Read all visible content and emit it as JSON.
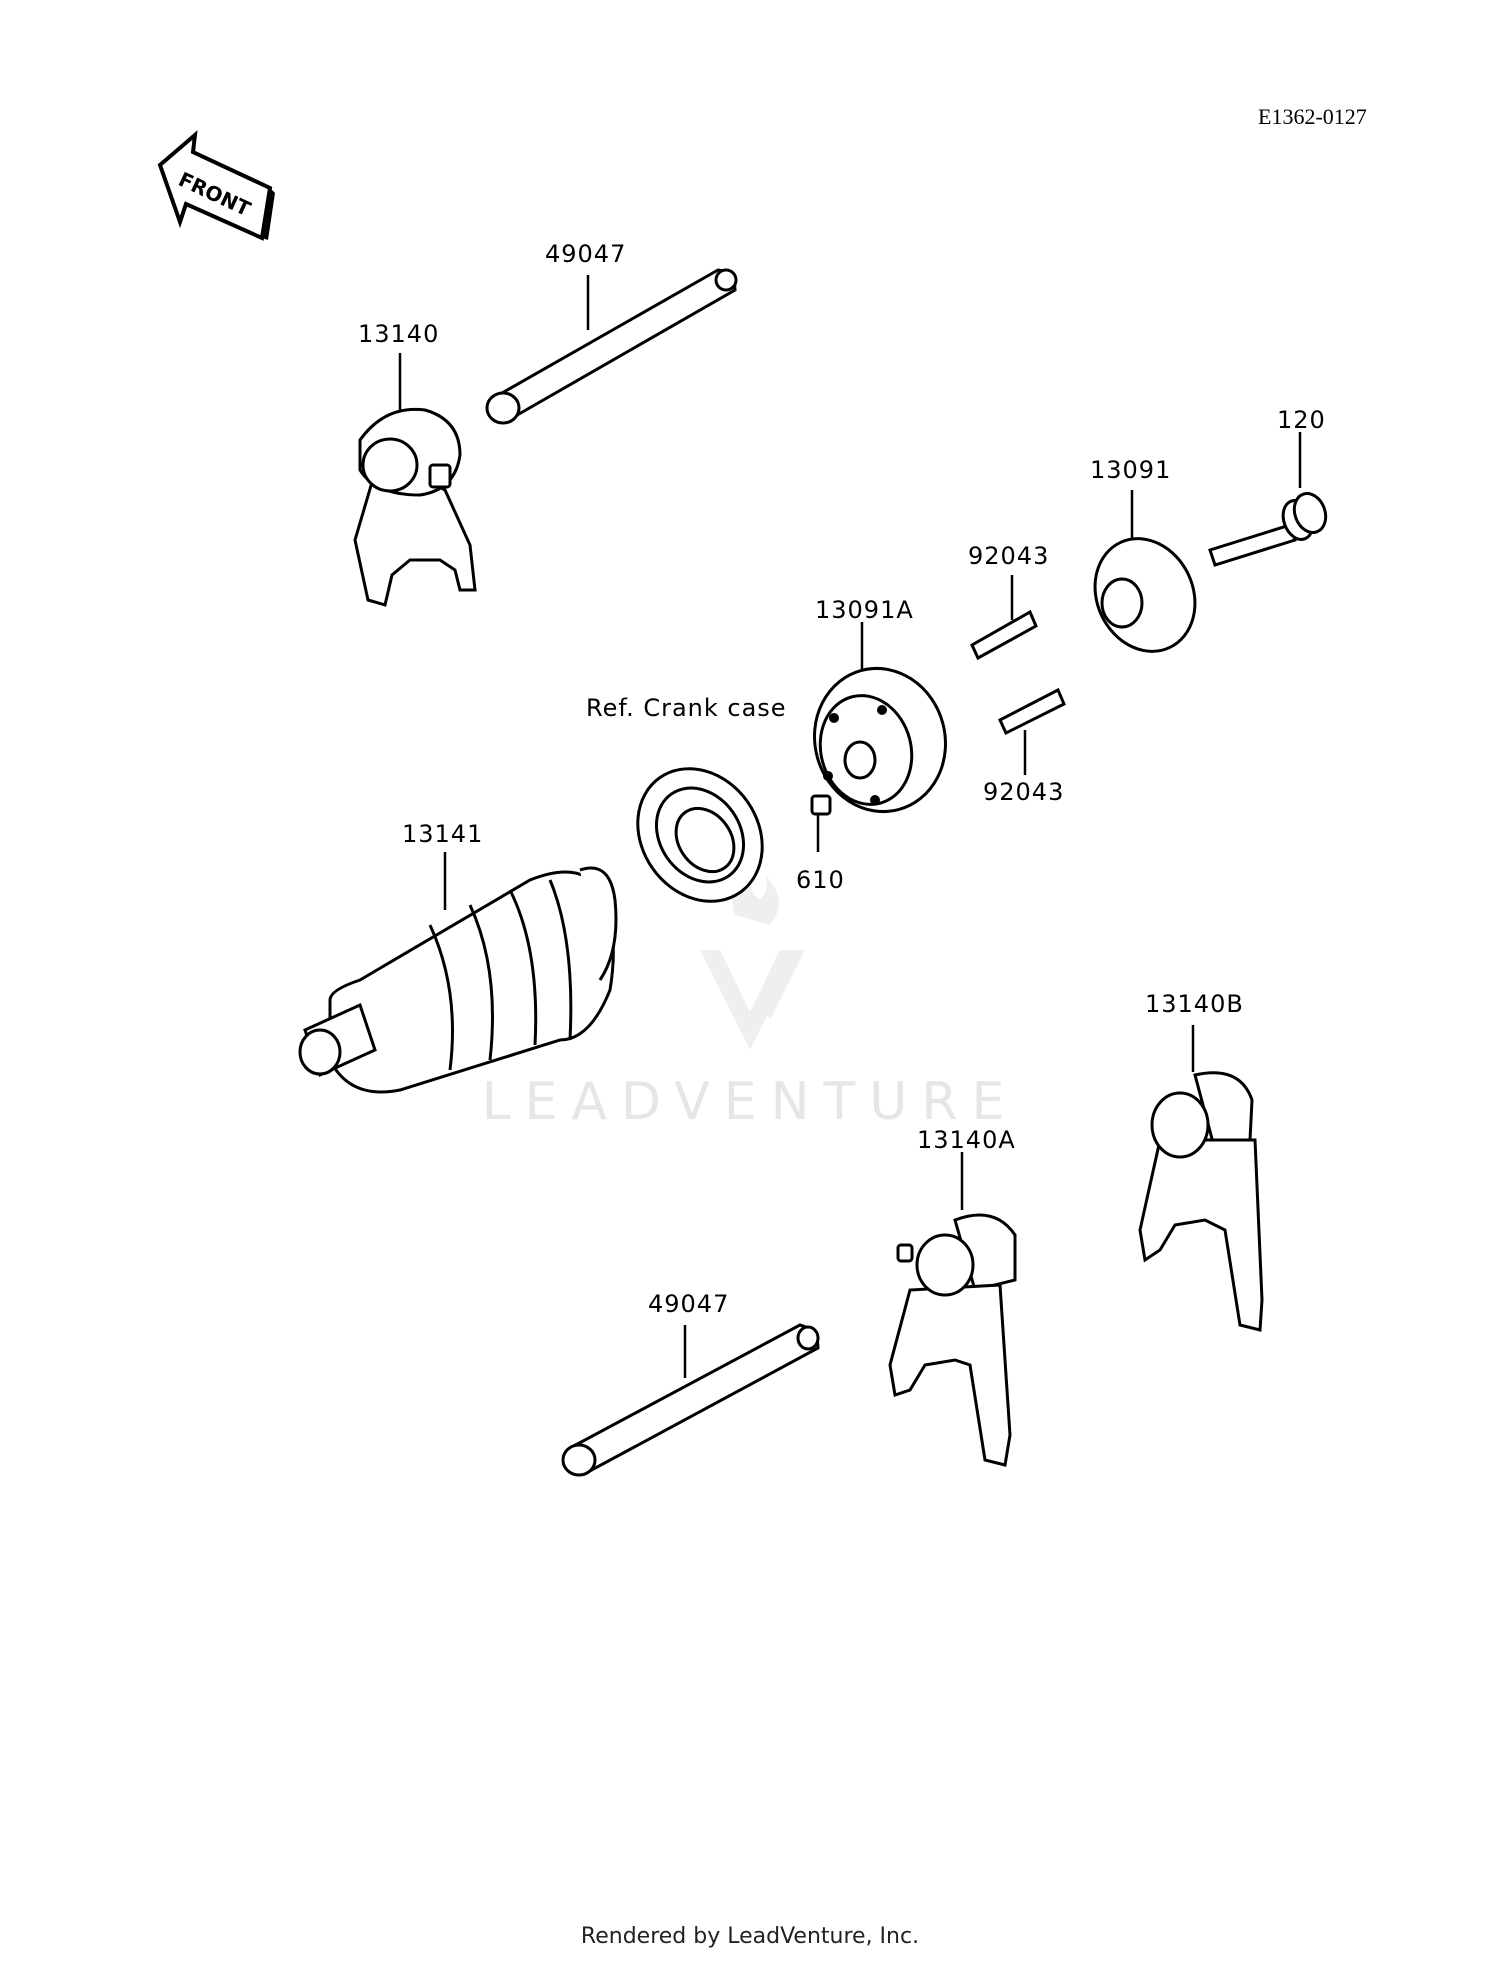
{
  "diagram_code": "E1362-0127",
  "front_arrow_text": "FRONT",
  "watermark": "LEADVENTURE",
  "footer": "Rendered by LeadVenture, Inc.",
  "labels": {
    "shaft_top": "49047",
    "fork_top": "13140",
    "bolt": "120",
    "plate": "13091",
    "pin_upper": "92043",
    "pin_lower": "92043",
    "holder": "13091A",
    "ref_case": "Ref. Crank case",
    "drum": "13141",
    "small_pin": "610",
    "fork_b": "13140B",
    "fork_a": "13140A",
    "shaft_bottom": "49047"
  }
}
